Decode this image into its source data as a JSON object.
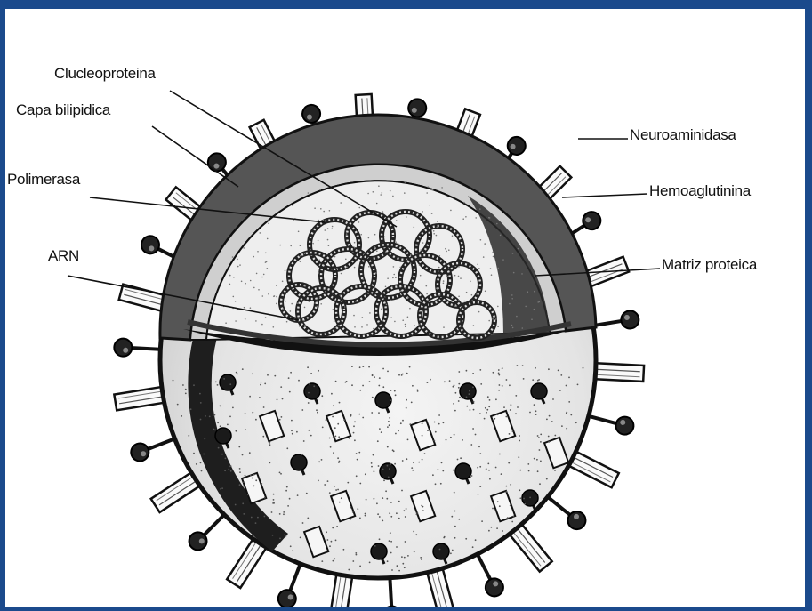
{
  "labels": {
    "nucleoprotein": "Clucleoproteina",
    "lipid_bilayer": "Capa bilipidica",
    "polymerase": "Polimerasa",
    "rna": "ARN",
    "neuraminidase": "Neuroaminidasa",
    "hemagglutinin": "Hemoaglutinina",
    "matrix_protein": "Matriz proteica"
  },
  "colors": {
    "frame": "#1b4a8c",
    "ink": "#111111",
    "envelope": "#444444",
    "interior": "#f2f2f2"
  }
}
